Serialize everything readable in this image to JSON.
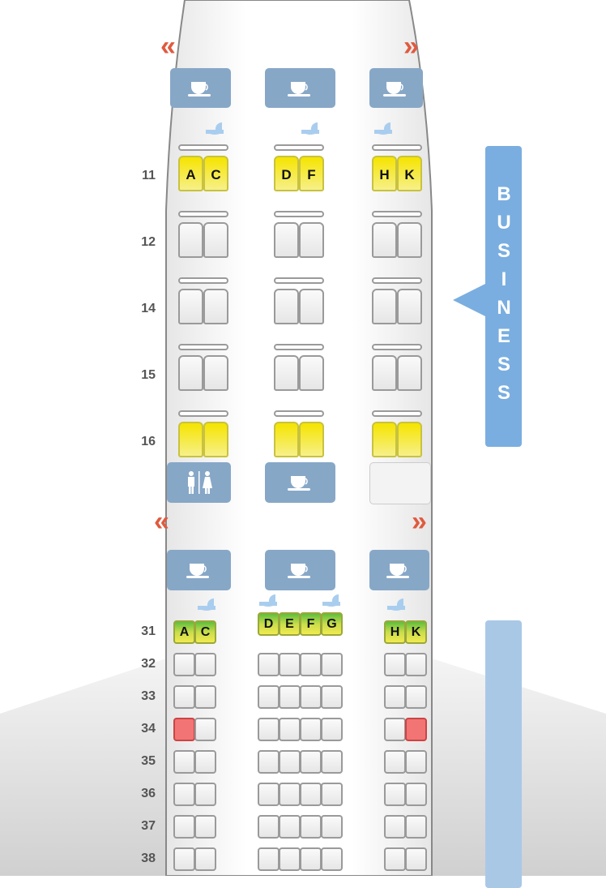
{
  "colors": {
    "galley": "#87a7c7",
    "business_bar": "#7aaee0",
    "economy_bar": "#a9c8e6",
    "preferred": "#f5e400",
    "available": "#5fbf3c",
    "occupied": "#f27474",
    "exit": "#e05a3e"
  },
  "cabins": {
    "business_label": "BUSINESS"
  },
  "business_rows": [
    {
      "row": "11",
      "groups": [
        [
          {
            "l": "A",
            "s": "pref"
          },
          {
            "l": "C",
            "s": "pref"
          }
        ],
        [
          {
            "l": "D",
            "s": "pref"
          },
          {
            "l": "F",
            "s": "pref"
          }
        ],
        [
          {
            "l": "H",
            "s": "pref"
          },
          {
            "l": "K",
            "s": "pref"
          }
        ]
      ]
    },
    {
      "row": "12",
      "groups": [
        [
          {
            "l": "",
            "s": "std"
          },
          {
            "l": "",
            "s": "std"
          }
        ],
        [
          {
            "l": "",
            "s": "std"
          },
          {
            "l": "",
            "s": "std"
          }
        ],
        [
          {
            "l": "",
            "s": "std"
          },
          {
            "l": "",
            "s": "std"
          }
        ]
      ]
    },
    {
      "row": "14",
      "groups": [
        [
          {
            "l": "",
            "s": "std"
          },
          {
            "l": "",
            "s": "std"
          }
        ],
        [
          {
            "l": "",
            "s": "std"
          },
          {
            "l": "",
            "s": "std"
          }
        ],
        [
          {
            "l": "",
            "s": "std"
          },
          {
            "l": "",
            "s": "std"
          }
        ]
      ]
    },
    {
      "row": "15",
      "groups": [
        [
          {
            "l": "",
            "s": "std"
          },
          {
            "l": "",
            "s": "std"
          }
        ],
        [
          {
            "l": "",
            "s": "std"
          },
          {
            "l": "",
            "s": "std"
          }
        ],
        [
          {
            "l": "",
            "s": "std"
          },
          {
            "l": "",
            "s": "std"
          }
        ]
      ]
    },
    {
      "row": "16",
      "groups": [
        [
          {
            "l": "",
            "s": "pref"
          },
          {
            "l": "",
            "s": "pref"
          }
        ],
        [
          {
            "l": "",
            "s": "pref"
          },
          {
            "l": "",
            "s": "pref"
          }
        ],
        [
          {
            "l": "",
            "s": "pref"
          },
          {
            "l": "",
            "s": "pref"
          }
        ]
      ]
    }
  ],
  "economy_rows": [
    {
      "row": "31",
      "groups": [
        [
          {
            "l": "A",
            "s": "avail"
          },
          {
            "l": "C",
            "s": "avail"
          }
        ],
        [
          {
            "l": "D",
            "s": "avail"
          },
          {
            "l": "E",
            "s": "avail"
          },
          {
            "l": "F",
            "s": "avail"
          },
          {
            "l": "G",
            "s": "avail"
          }
        ],
        [
          {
            "l": "H",
            "s": "avail"
          },
          {
            "l": "K",
            "s": "avail"
          }
        ]
      ]
    },
    {
      "row": "32",
      "groups": [
        [
          {
            "l": "",
            "s": "std"
          },
          {
            "l": "",
            "s": "std"
          }
        ],
        [
          {
            "l": "",
            "s": "std"
          },
          {
            "l": "",
            "s": "std"
          },
          {
            "l": "",
            "s": "std"
          },
          {
            "l": "",
            "s": "std"
          }
        ],
        [
          {
            "l": "",
            "s": "std"
          },
          {
            "l": "",
            "s": "std"
          }
        ]
      ]
    },
    {
      "row": "33",
      "groups": [
        [
          {
            "l": "",
            "s": "std"
          },
          {
            "l": "",
            "s": "std"
          }
        ],
        [
          {
            "l": "",
            "s": "std"
          },
          {
            "l": "",
            "s": "std"
          },
          {
            "l": "",
            "s": "std"
          },
          {
            "l": "",
            "s": "std"
          }
        ],
        [
          {
            "l": "",
            "s": "std"
          },
          {
            "l": "",
            "s": "std"
          }
        ]
      ]
    },
    {
      "row": "34",
      "groups": [
        [
          {
            "l": "",
            "s": "occ"
          },
          {
            "l": "",
            "s": "std"
          }
        ],
        [
          {
            "l": "",
            "s": "std"
          },
          {
            "l": "",
            "s": "std"
          },
          {
            "l": "",
            "s": "std"
          },
          {
            "l": "",
            "s": "std"
          }
        ],
        [
          {
            "l": "",
            "s": "std"
          },
          {
            "l": "",
            "s": "occ"
          }
        ]
      ]
    },
    {
      "row": "35",
      "groups": [
        [
          {
            "l": "",
            "s": "std"
          },
          {
            "l": "",
            "s": "std"
          }
        ],
        [
          {
            "l": "",
            "s": "std"
          },
          {
            "l": "",
            "s": "std"
          },
          {
            "l": "",
            "s": "std"
          },
          {
            "l": "",
            "s": "std"
          }
        ],
        [
          {
            "l": "",
            "s": "std"
          },
          {
            "l": "",
            "s": "std"
          }
        ]
      ]
    },
    {
      "row": "36",
      "groups": [
        [
          {
            "l": "",
            "s": "std"
          },
          {
            "l": "",
            "s": "std"
          }
        ],
        [
          {
            "l": "",
            "s": "std"
          },
          {
            "l": "",
            "s": "std"
          },
          {
            "l": "",
            "s": "std"
          },
          {
            "l": "",
            "s": "std"
          }
        ],
        [
          {
            "l": "",
            "s": "std"
          },
          {
            "l": "",
            "s": "std"
          }
        ]
      ]
    },
    {
      "row": "37",
      "groups": [
        [
          {
            "l": "",
            "s": "std"
          },
          {
            "l": "",
            "s": "std"
          }
        ],
        [
          {
            "l": "",
            "s": "std"
          },
          {
            "l": "",
            "s": "std"
          },
          {
            "l": "",
            "s": "std"
          },
          {
            "l": "",
            "s": "std"
          }
        ],
        [
          {
            "l": "",
            "s": "std"
          },
          {
            "l": "",
            "s": "std"
          }
        ]
      ]
    },
    {
      "row": "38",
      "groups": [
        [
          {
            "l": "",
            "s": "std"
          },
          {
            "l": "",
            "s": "std"
          }
        ],
        [
          {
            "l": "",
            "s": "std"
          },
          {
            "l": "",
            "s": "std"
          },
          {
            "l": "",
            "s": "std"
          },
          {
            "l": "",
            "s": "std"
          }
        ],
        [
          {
            "l": "",
            "s": "std"
          },
          {
            "l": "",
            "s": "std"
          }
        ]
      ]
    }
  ],
  "icons": {
    "galley": "coffee-cup-icon",
    "lavatory": "lavatory-icon",
    "exit": "exit-chevron-icon",
    "bassinet": "bassinet-icon"
  }
}
